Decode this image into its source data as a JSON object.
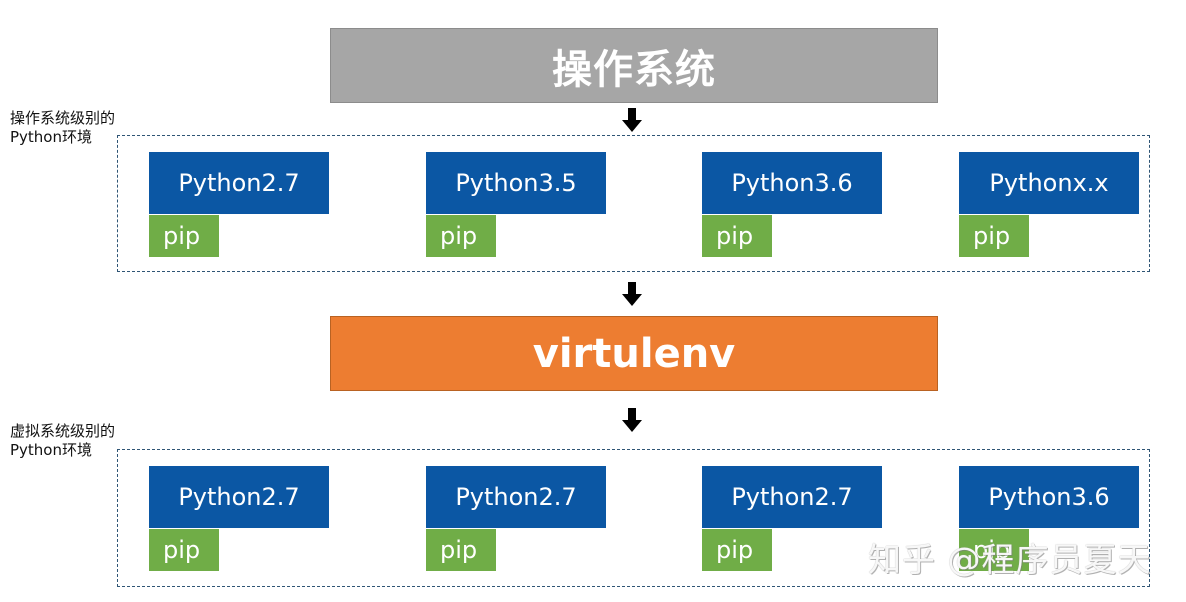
{
  "colors": {
    "os_box": "#a6a6a6",
    "virtualenv_box": "#ed7d31",
    "python_box": "#0b57a4",
    "pip_box": "#70ad47",
    "dashed_border": "#2f5575",
    "arrow": "#000000"
  },
  "icons": [
    "arrow-down-icon"
  ],
  "os_box": {
    "label": "操作系统"
  },
  "virtualenv_box": {
    "label": "virtulenv"
  },
  "os_group": {
    "label_line1": "操作系统级别的",
    "label_line2": "Python环境",
    "items": [
      {
        "python": "Python2.7",
        "pip": "pip"
      },
      {
        "python": "Python3.5",
        "pip": "pip"
      },
      {
        "python": "Python3.6",
        "pip": "pip"
      },
      {
        "python": "Pythonx.x",
        "pip": "pip"
      }
    ]
  },
  "virtual_group": {
    "label_line1": "虚拟系统级别的",
    "label_line2": "Python环境",
    "items": [
      {
        "python": "Python2.7",
        "pip": "pip"
      },
      {
        "python": "Python2.7",
        "pip": "pip"
      },
      {
        "python": "Python2.7",
        "pip": "pip"
      },
      {
        "python": "Python3.6",
        "pip": "pip"
      }
    ]
  },
  "watermark": "知乎 @程序员夏天"
}
